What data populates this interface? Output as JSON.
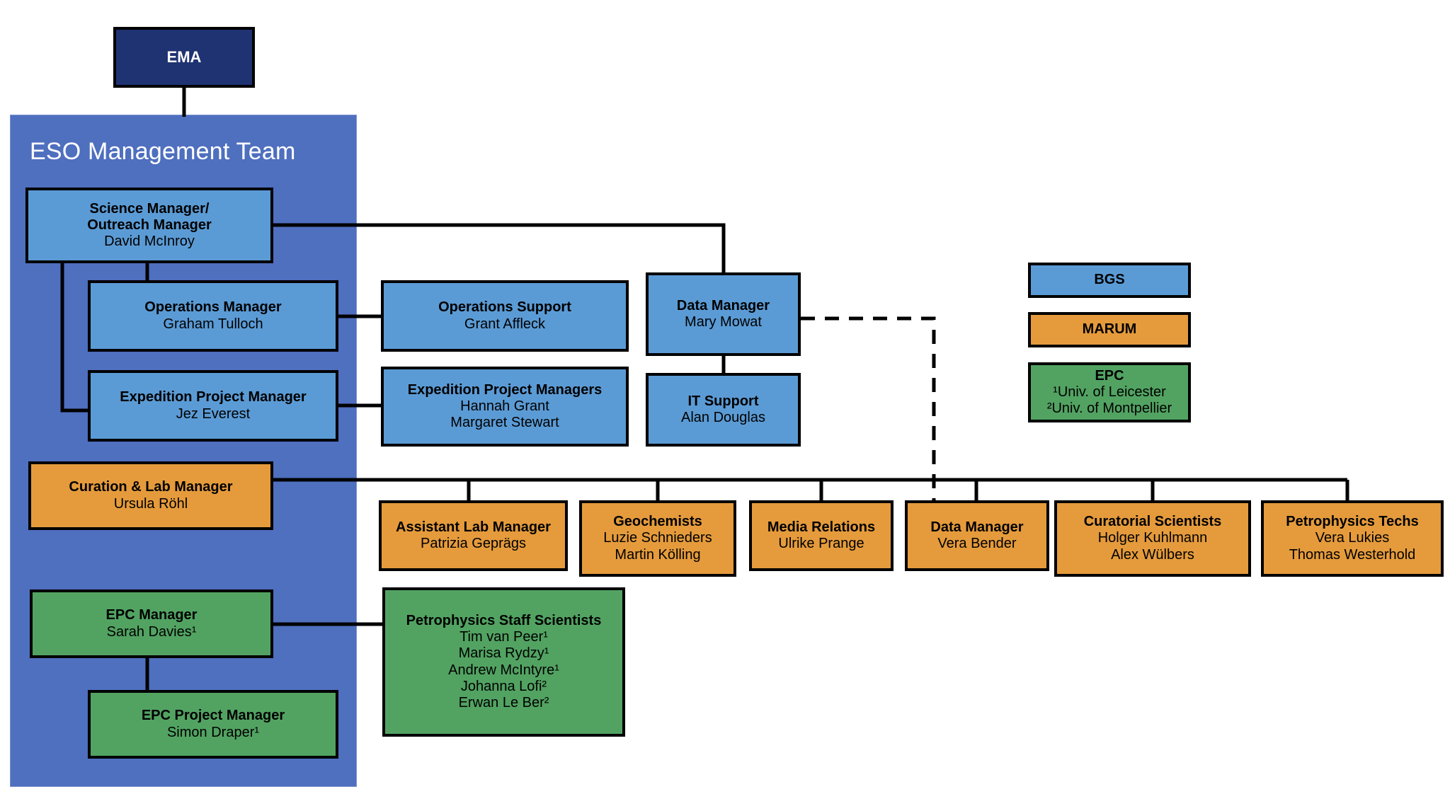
{
  "diagram": {
    "title": "ESO Management Team organisational chart",
    "panel_label": "ESO Management Team",
    "colors": {
      "navy": "#1F3372",
      "panel_blue": "#4F6FBF",
      "bgs_blue": "#5B9BD5",
      "marum_orange": "#E59B3C",
      "epc_green": "#52A362",
      "line": "#000000",
      "panel_text": "#FFFFFF"
    }
  },
  "top": {
    "ema": {
      "title": "EMA",
      "subtitle": ""
    }
  },
  "nodes": {
    "science_manager": {
      "title": "Science Manager/",
      "title2": "Outreach Manager",
      "people": [
        "David McInroy"
      ]
    },
    "operations_manager": {
      "title": "Operations Manager",
      "people": [
        "Graham Tulloch"
      ]
    },
    "expedition_project_manager": {
      "title": "Expedition Project Manager",
      "people": [
        "Jez Everest"
      ]
    },
    "operations_support": {
      "title": "Operations Support",
      "people": [
        "Grant Affleck"
      ]
    },
    "expedition_project_managers": {
      "title": "Expedition Project Managers",
      "people": [
        "Hannah Grant",
        "Margaret Stewart"
      ]
    },
    "data_manager_bgs": {
      "title": "Data Manager",
      "people": [
        "Mary Mowat"
      ]
    },
    "it_support": {
      "title": "IT Support",
      "people": [
        "Alan Douglas"
      ]
    },
    "curation_lab_manager": {
      "title": "Curation & Lab Manager",
      "people": [
        "Ursula Röhl"
      ]
    },
    "assistant_lab_manager": {
      "title": "Assistant Lab Manager",
      "people": [
        "Patrizia Geprägs"
      ]
    },
    "geochemists": {
      "title": "Geochemists",
      "people": [
        "Luzie Schnieders",
        "Martin Kölling"
      ]
    },
    "media_relations": {
      "title": "Media Relations",
      "people": [
        "Ulrike Prange"
      ]
    },
    "data_manager_marum": {
      "title": "Data Manager",
      "people": [
        "Vera Bender"
      ]
    },
    "curatorial_scientists": {
      "title": "Curatorial Scientists",
      "people": [
        "Holger Kuhlmann",
        "Alex Wülbers"
      ]
    },
    "petrophysics_techs": {
      "title": "Petrophysics Techs",
      "people": [
        "Vera Lukies",
        "Thomas Westerhold"
      ]
    },
    "epc_manager": {
      "title": "EPC Manager",
      "people": [
        "Sarah Davies¹"
      ]
    },
    "epc_project_manager": {
      "title": "EPC Project Manager",
      "people": [
        "Simon Draper¹"
      ]
    },
    "petrophysics_staff_scientists": {
      "title": "Petrophysics Staff Scientists",
      "people": [
        "Tim van Peer¹",
        "Marisa Rydzy¹",
        "Andrew McIntyre¹",
        "Johanna Lofi²",
        "Erwan Le Ber²"
      ]
    }
  },
  "legend": {
    "bgs": {
      "title": "BGS",
      "lines": []
    },
    "marum": {
      "title": "MARUM",
      "lines": []
    },
    "epc": {
      "title": "EPC",
      "lines": [
        "¹Univ. of Leicester",
        "²Univ. of Montpellier"
      ]
    }
  }
}
